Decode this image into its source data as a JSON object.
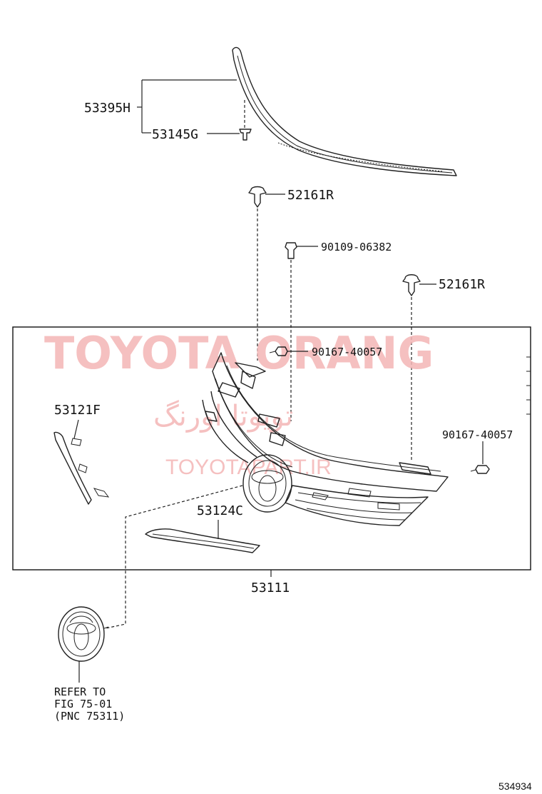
{
  "labels": {
    "p53395H": "53395H",
    "p53145G": "53145G",
    "p52161R_top": "52161R",
    "p90109": "90109-06382",
    "p52161R_right": "52161R",
    "p90167_upper": "90167-40057",
    "p53121F": "53121F",
    "p90167_right": "90167-40057",
    "p53124C": "53124C",
    "p53111": "53111"
  },
  "note": {
    "line1": "REFER TO",
    "line2": "FIG 75-01",
    "line3": "(PNC 75311)"
  },
  "watermark": {
    "brand": "TOYOTA ORANG",
    "persian": "تویوتا اورنگ",
    "url": "TOYOTAPART.IR"
  },
  "figure_code": "534934"
}
